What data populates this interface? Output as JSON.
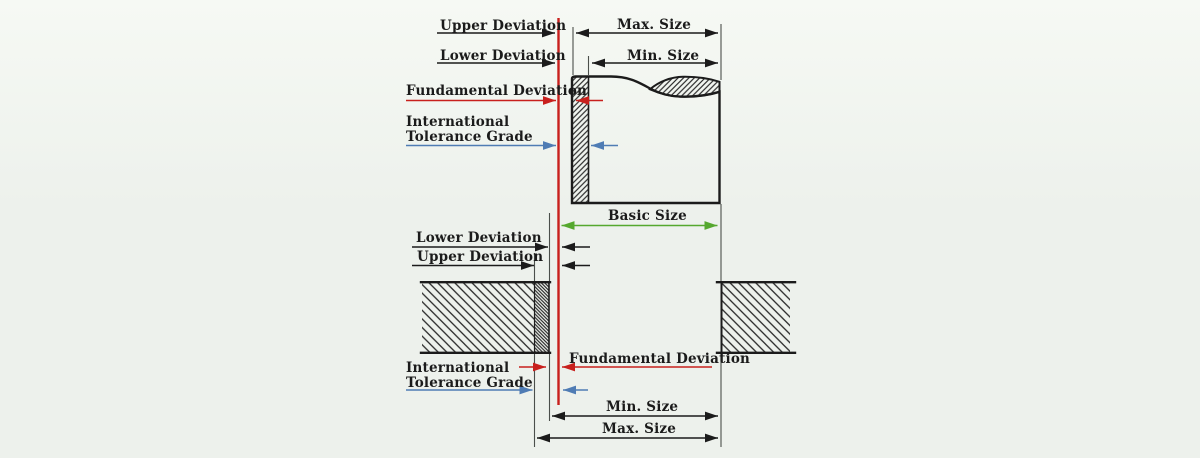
{
  "figure": {
    "description": "Engineering tolerance diagram showing shaft (top) and hole (bottom) deviations relative to basic size"
  },
  "colors": {
    "ink": "#1b1b1b",
    "red": "#c8201d",
    "blue": "#4f7cb4",
    "green": "#55a82e",
    "bg-top": "#f6f9f4",
    "bg-bottom": "#edf1ec"
  },
  "shaft": {
    "labels": {
      "upper_deviation": "Upper Deviation",
      "lower_deviation": "Lower Deviation",
      "fundamental_deviation": "Fundamental Deviation",
      "it_grade_line1": "International",
      "it_grade_line2": "Tolerance Grade",
      "max_size": "Max. Size",
      "min_size": "Min. Size"
    }
  },
  "basic_size": {
    "label": "Basic Size"
  },
  "hole": {
    "labels": {
      "lower_deviation": "Lower Deviation",
      "upper_deviation": "Upper Deviation",
      "fundamental_deviation": "Fundamental Deviation",
      "it_grade_line1": "International",
      "it_grade_line2": "Tolerance Grade",
      "min_size": "Min. Size",
      "max_size": "Max. Size"
    }
  }
}
